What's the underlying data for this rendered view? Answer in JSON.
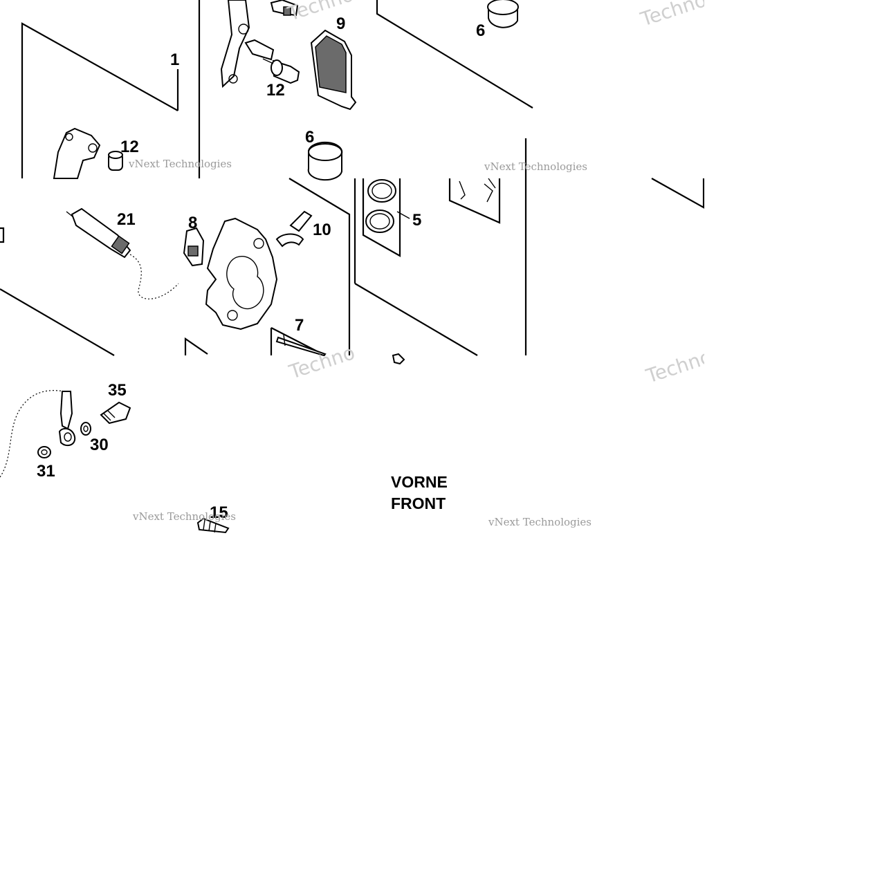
{
  "diagram": {
    "part_labels": [
      "1",
      "9",
      "6",
      "12",
      "12",
      "6",
      "21",
      "8",
      "10",
      "5",
      "7",
      "35",
      "30",
      "31",
      "15"
    ],
    "orientation_label": {
      "line1": "VORNE",
      "line2": "FRONT"
    },
    "watermark": {
      "brand": "vNext Technologies",
      "short": "Techno"
    }
  }
}
